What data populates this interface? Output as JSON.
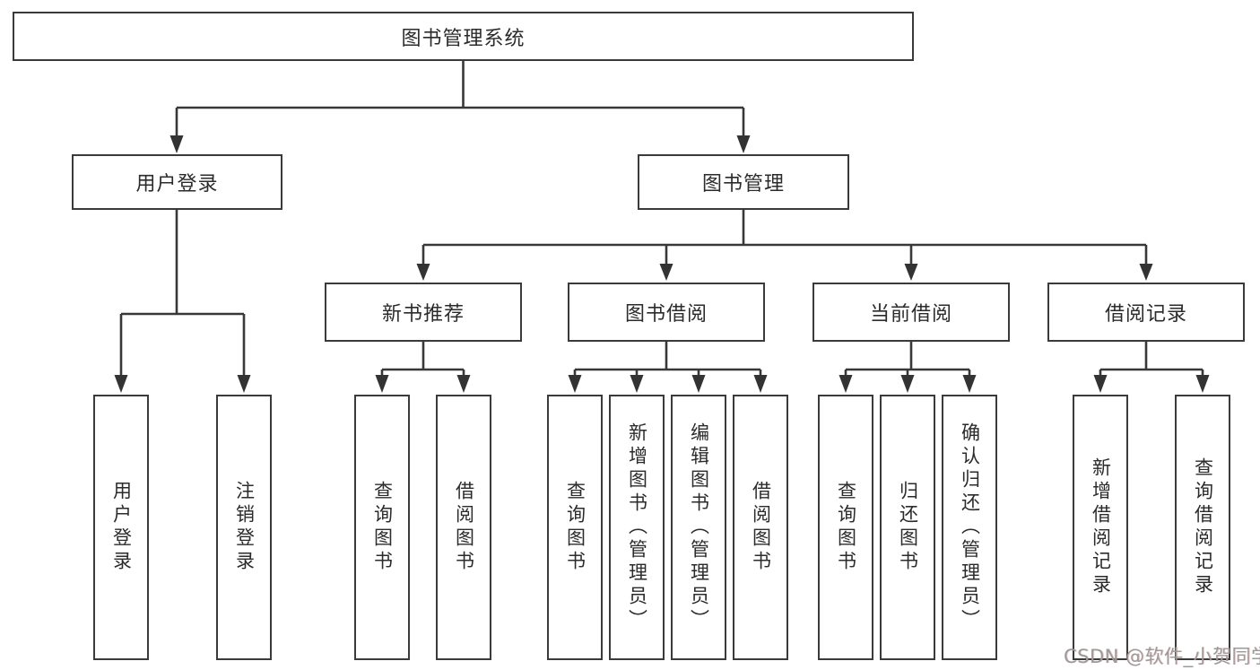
{
  "diagram": {
    "root_label": "图书管理系统",
    "level2": {
      "user_login": "用户登录",
      "book_mgmt": "图书管理"
    },
    "level3": {
      "new_books": "新书推荐",
      "book_borrow": "图书借阅",
      "current_borrow": "当前借阅",
      "borrow_records": "借阅记录"
    },
    "leaves": {
      "user_login": [
        "用户登录",
        "注销登录"
      ],
      "new_books": [
        "查询图书",
        "借阅图书"
      ],
      "book_borrow": [
        "查询图书",
        "新增图书（管理员）",
        "编辑图书（管理员）",
        "借阅图书"
      ],
      "current_borrow": [
        "查询图书",
        "归还图书",
        "确认归还（管理员）"
      ],
      "borrow_records": [
        "新增借阅记录",
        "查询借阅记录"
      ]
    },
    "watermark": "CSDN @软件_小贺同学",
    "colors": {
      "line": "#3a3a3a",
      "text": "#2b2b2b",
      "watermark": "#9b9b9b",
      "background": "#ffffff"
    }
  }
}
